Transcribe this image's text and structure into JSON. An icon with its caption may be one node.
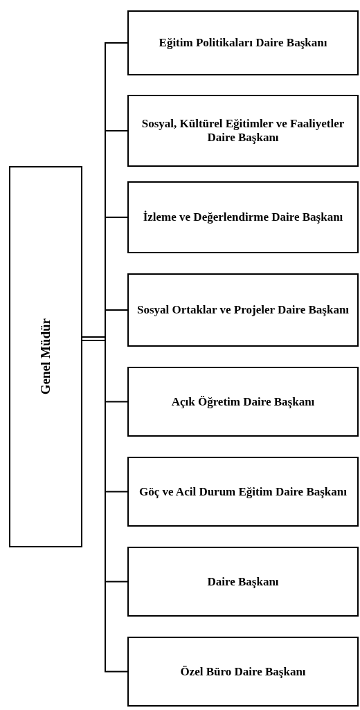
{
  "diagram": {
    "nodes": [
      {
        "text": [
          "Genel Müdür"
        ]
      },
      {
        "text": [
          "Eğitim Politikaları Daire Başkanı"
        ]
      },
      {
        "text": [
          "Sosyal, Kültürel Eğitimler ve Faaliyetler Daire Başkanı"
        ]
      },
      {
        "text": [
          "İzleme ve Değerlendirme Daire Başkanı"
        ]
      },
      {
        "text": [
          "Sosyal Ortaklar ve Projeler Daire Başkanı"
        ]
      },
      {
        "text": [
          "Açık Öğretim Daire Başkanı"
        ]
      },
      {
        "text": [
          "Göç ve Acil Durum Eğitim Daire Başkanı"
        ]
      },
      {
        "text": [
          "Daire Başkanı"
        ]
      },
      {
        "text": [
          "Özel Büro Daire Başkanı"
        ]
      }
    ],
    "edges": [
      {
        "from": 0,
        "to": 1,
        "arrow": "none"
      },
      {
        "from": 0,
        "to": 2,
        "arrow": "none"
      },
      {
        "from": 0,
        "to": 3,
        "arrow": "none"
      },
      {
        "from": 0,
        "to": 4,
        "arrow": "none"
      },
      {
        "from": 0,
        "to": 5,
        "arrow": "none"
      },
      {
        "from": 0,
        "to": 6,
        "arrow": "none"
      },
      {
        "from": 0,
        "to": 7,
        "arrow": "none"
      },
      {
        "from": 0,
        "to": 8,
        "arrow": "none"
      }
    ]
  }
}
